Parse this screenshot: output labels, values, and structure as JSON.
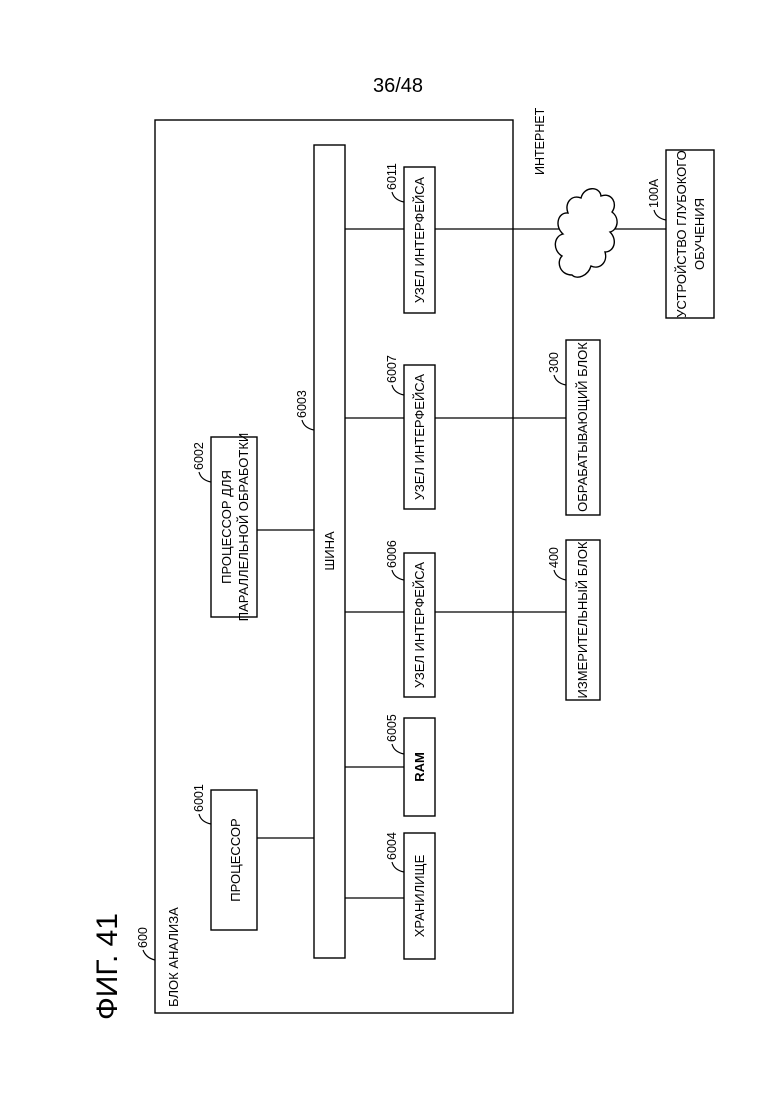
{
  "page": {
    "number": "36/48",
    "figure": "ФИГ. 41"
  },
  "analysis_unit": {
    "ref": "600",
    "label": "БЛОК АНАЛИЗА"
  },
  "bus": {
    "ref": "6003",
    "label": "ШИНА"
  },
  "processor": {
    "ref": "6001",
    "label": "ПРОЦЕССОР"
  },
  "parallel_processor": {
    "ref": "6002",
    "label_line1": "ПРОЦЕССОР ДЛЯ",
    "label_line2": "ПАРАЛЛЕЛЬНОЙ ОБРАБОТКИ"
  },
  "storage": {
    "ref": "6004",
    "label": "ХРАНИЛИЩЕ"
  },
  "ram": {
    "ref": "6005",
    "label": "RAM"
  },
  "interface_6006": {
    "ref": "6006",
    "label": "УЗЕЛ ИНТЕРФЕЙСА"
  },
  "interface_6007": {
    "ref": "6007",
    "label": "УЗЕЛ ИНТЕРФЕЙСА"
  },
  "interface_6011": {
    "ref": "6011",
    "label": "УЗЕЛ ИНТЕРФЕЙСА"
  },
  "measuring_unit": {
    "ref": "400",
    "label": "ИЗМЕРИТЕЛЬНЫЙ БЛОК"
  },
  "processing_unit": {
    "ref": "300",
    "label": "ОБРАБАТЫВАЮЩИЙ БЛОК"
  },
  "internet": {
    "label": "ИНТЕРНЕТ"
  },
  "deep_learning_device": {
    "ref": "100A",
    "label_line1": "УСТРОЙСТВО ГЛУБОКОГО",
    "label_line2": "ОБУЧЕНИЯ"
  }
}
